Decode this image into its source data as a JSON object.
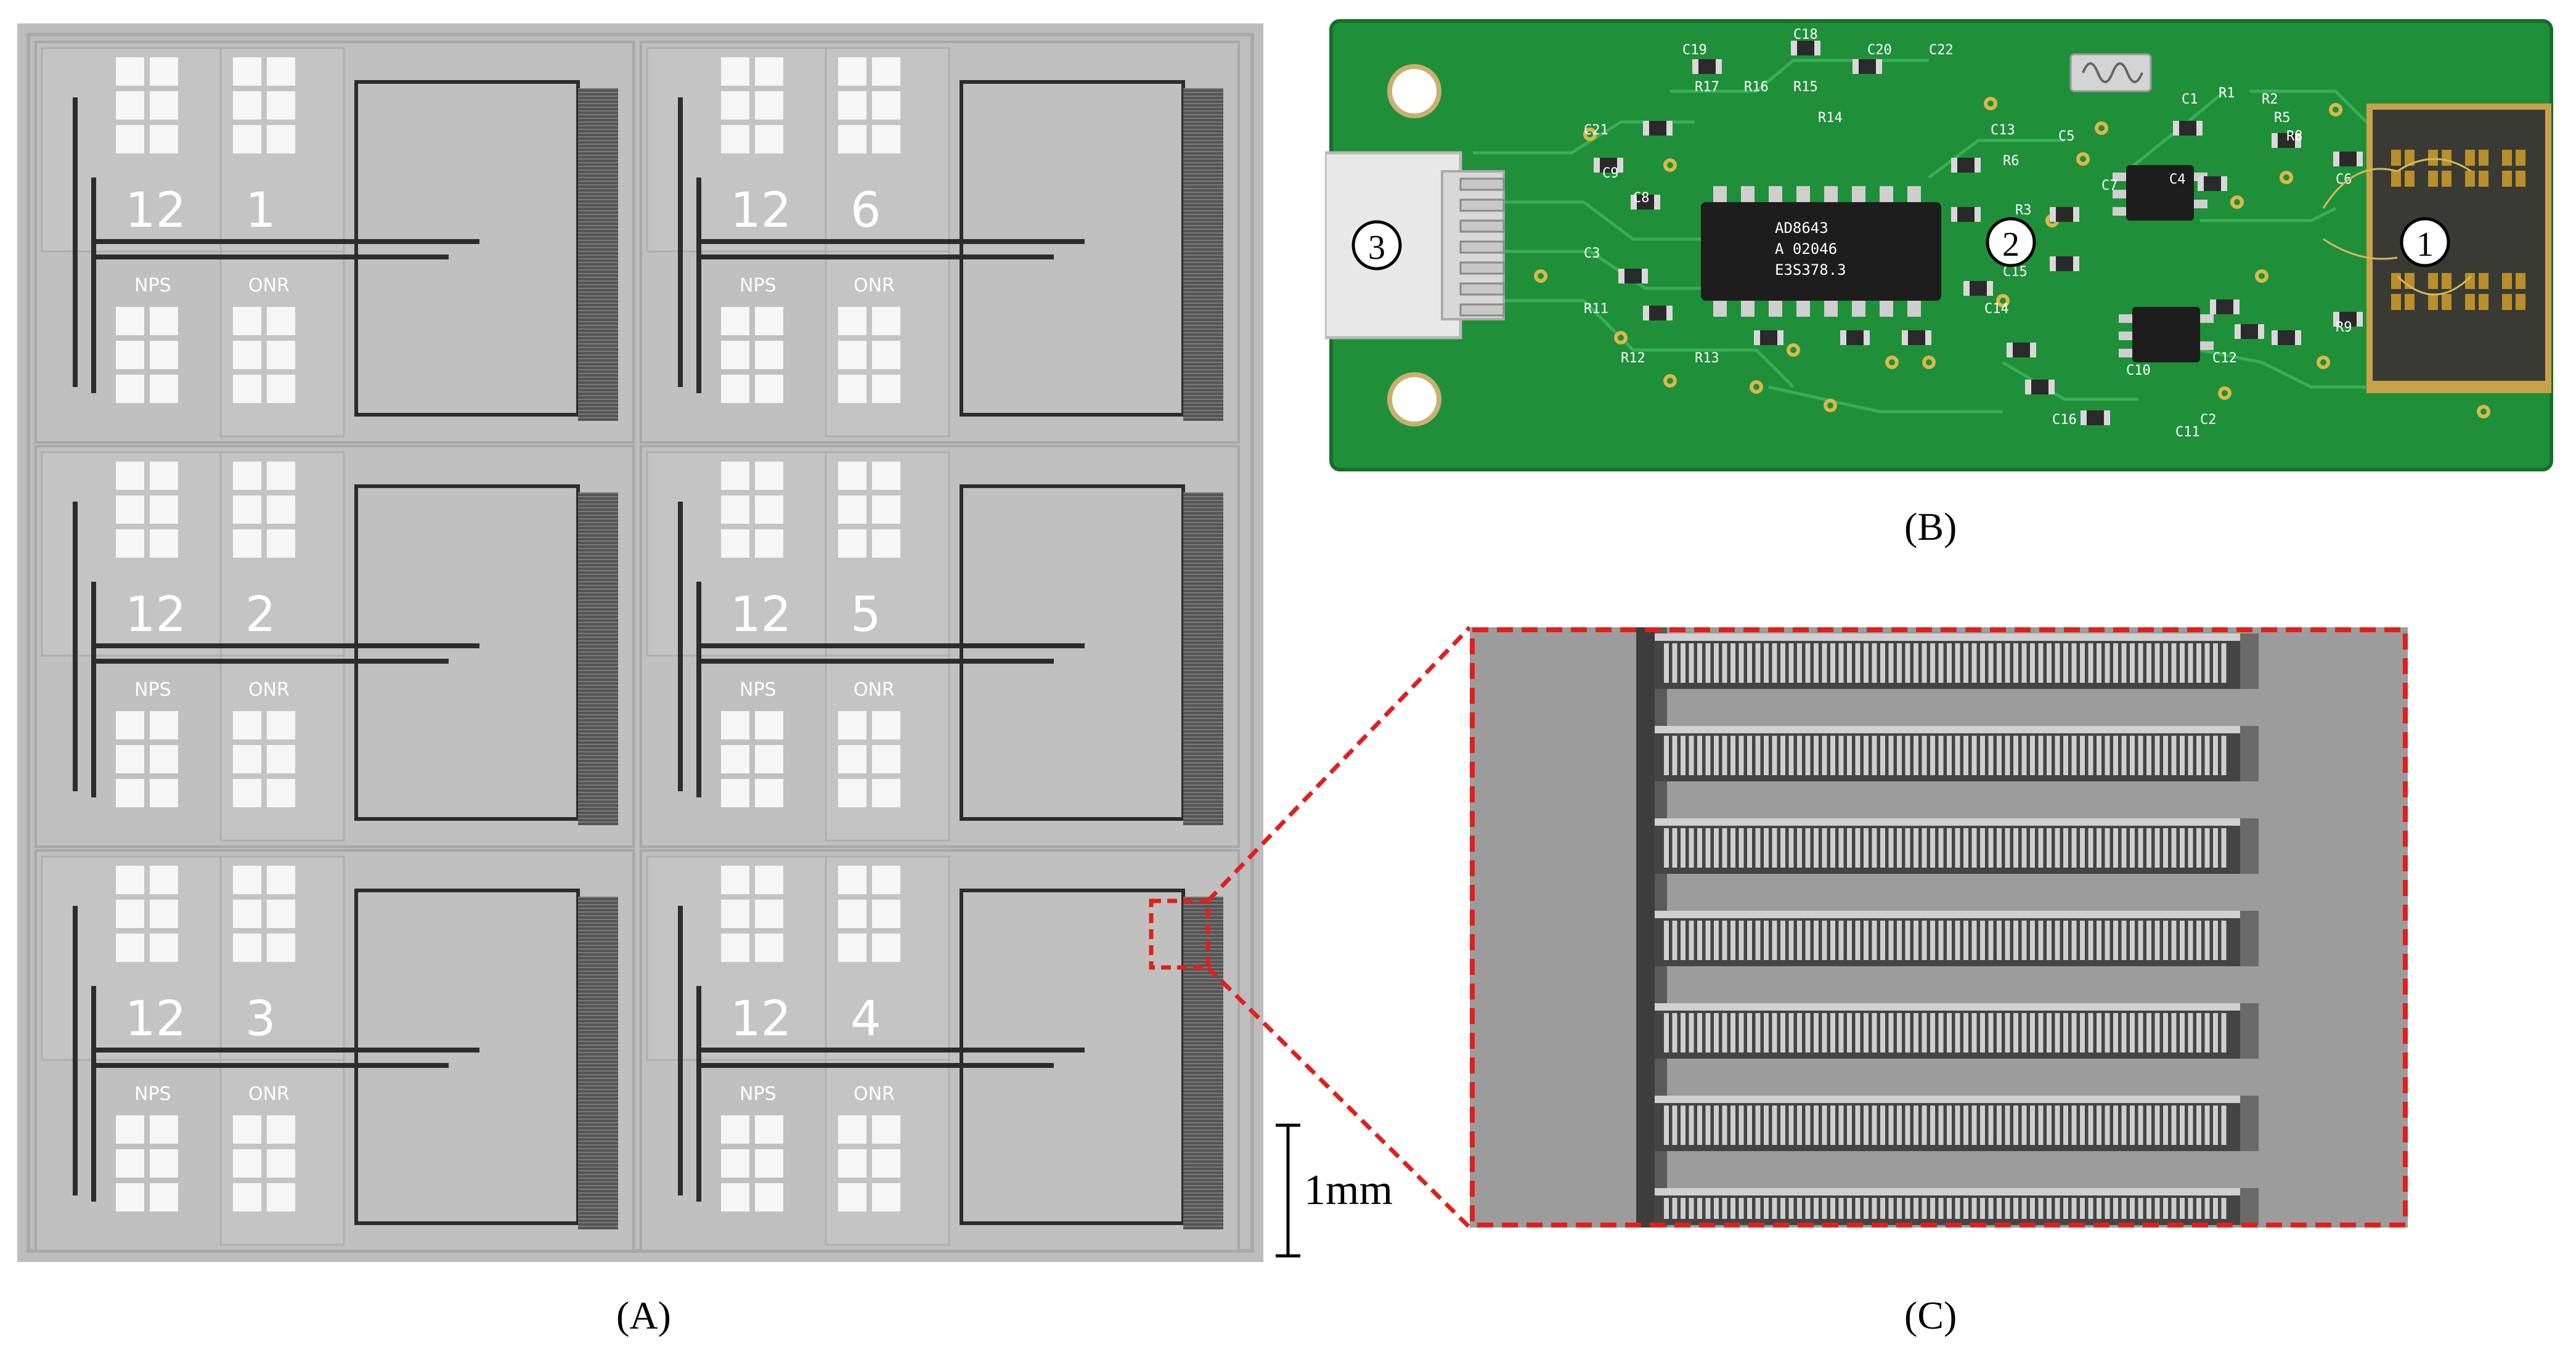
{
  "panels": {
    "a": {
      "caption": "(A)",
      "chips": [
        {
          "left": "12",
          "right": "1"
        },
        {
          "left": "12",
          "right": "6"
        },
        {
          "left": "12",
          "right": "2"
        },
        {
          "left": "12",
          "right": "5"
        },
        {
          "left": "12",
          "right": "3"
        },
        {
          "left": "12",
          "right": "4"
        }
      ],
      "pad_labels": {
        "nps": "NPS",
        "onr": "ONR"
      },
      "scale_bar_label": "1mm"
    },
    "b": {
      "caption": "(B)",
      "markers": [
        "3",
        "2",
        "1"
      ],
      "ic_text": [
        "AD8643",
        "A 02046",
        "E3S378.3"
      ],
      "component_labels": [
        "C19",
        "C18",
        "C20",
        "C22",
        "R17",
        "R16",
        "R15",
        "R14",
        "C21",
        "C9",
        "C8",
        "C13",
        "C3",
        "C5",
        "C7",
        "R1",
        "R2",
        "R5",
        "R6",
        "R3",
        "R4",
        "R11",
        "R12",
        "R13",
        "C15",
        "C14",
        "C16",
        "C10",
        "C11",
        "C12",
        "C1",
        "C2",
        "C4",
        "C6",
        "R8",
        "R9"
      ]
    },
    "c": {
      "caption": "(C)"
    }
  },
  "colors": {
    "die_background": "#bcbcbc",
    "pcb_green": "#1f8f3a",
    "callout_red": "#e0201b",
    "sem_gray": "#9a9a9a"
  }
}
